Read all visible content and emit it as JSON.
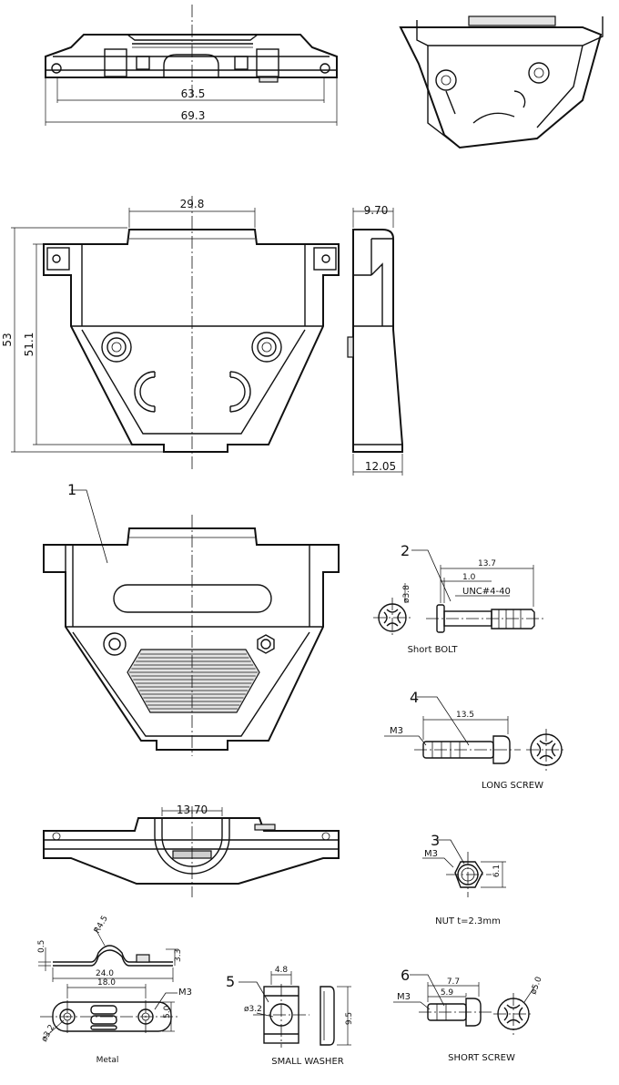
{
  "views": {
    "top": {
      "dim_inner": "63.5",
      "dim_outer": "69.3"
    },
    "front": {
      "dim_top": "29.8",
      "dim_height_outer": "53",
      "dim_height_inner": "51.1"
    },
    "side": {
      "dim_top": "9.70",
      "dim_bottom": "12.05"
    },
    "assembled": {
      "balloon": "1"
    },
    "bottom": {
      "dim_top": "13.70"
    }
  },
  "parts": {
    "short_bolt": {
      "balloon": "2",
      "caption": "Short BOLT",
      "dim_length": "13.7",
      "dim_head": "1.0",
      "thread": "UNC#4-40",
      "dia": "ø3.8"
    },
    "long_screw": {
      "balloon": "4",
      "caption": "LONG SCREW",
      "dim_length": "13.5",
      "thread": "M3"
    },
    "nut": {
      "balloon": "3",
      "caption": "NUT  t=2.3mm",
      "thread": "M3",
      "dim_flat": "6.1"
    },
    "metal": {
      "caption": "Metal",
      "dim_r": "R4.5",
      "dim_t": "0.5",
      "dim_h": "3.3",
      "dim_len": "24.0",
      "dim_pitch": "18.0",
      "thread": "M3",
      "dim_w": "5.0",
      "dia": "ø3.2"
    },
    "small_washer": {
      "balloon": "5",
      "caption": "SMALL WASHER",
      "dim_w": "4.8",
      "dia": "ø3.2",
      "dim_h": "9.5"
    },
    "short_screw": {
      "balloon": "6",
      "caption": "SHORT SCREW",
      "thread": "M3",
      "dim_length": "7.7",
      "dim_thread": "5.9",
      "dia": "ø5.0"
    }
  }
}
